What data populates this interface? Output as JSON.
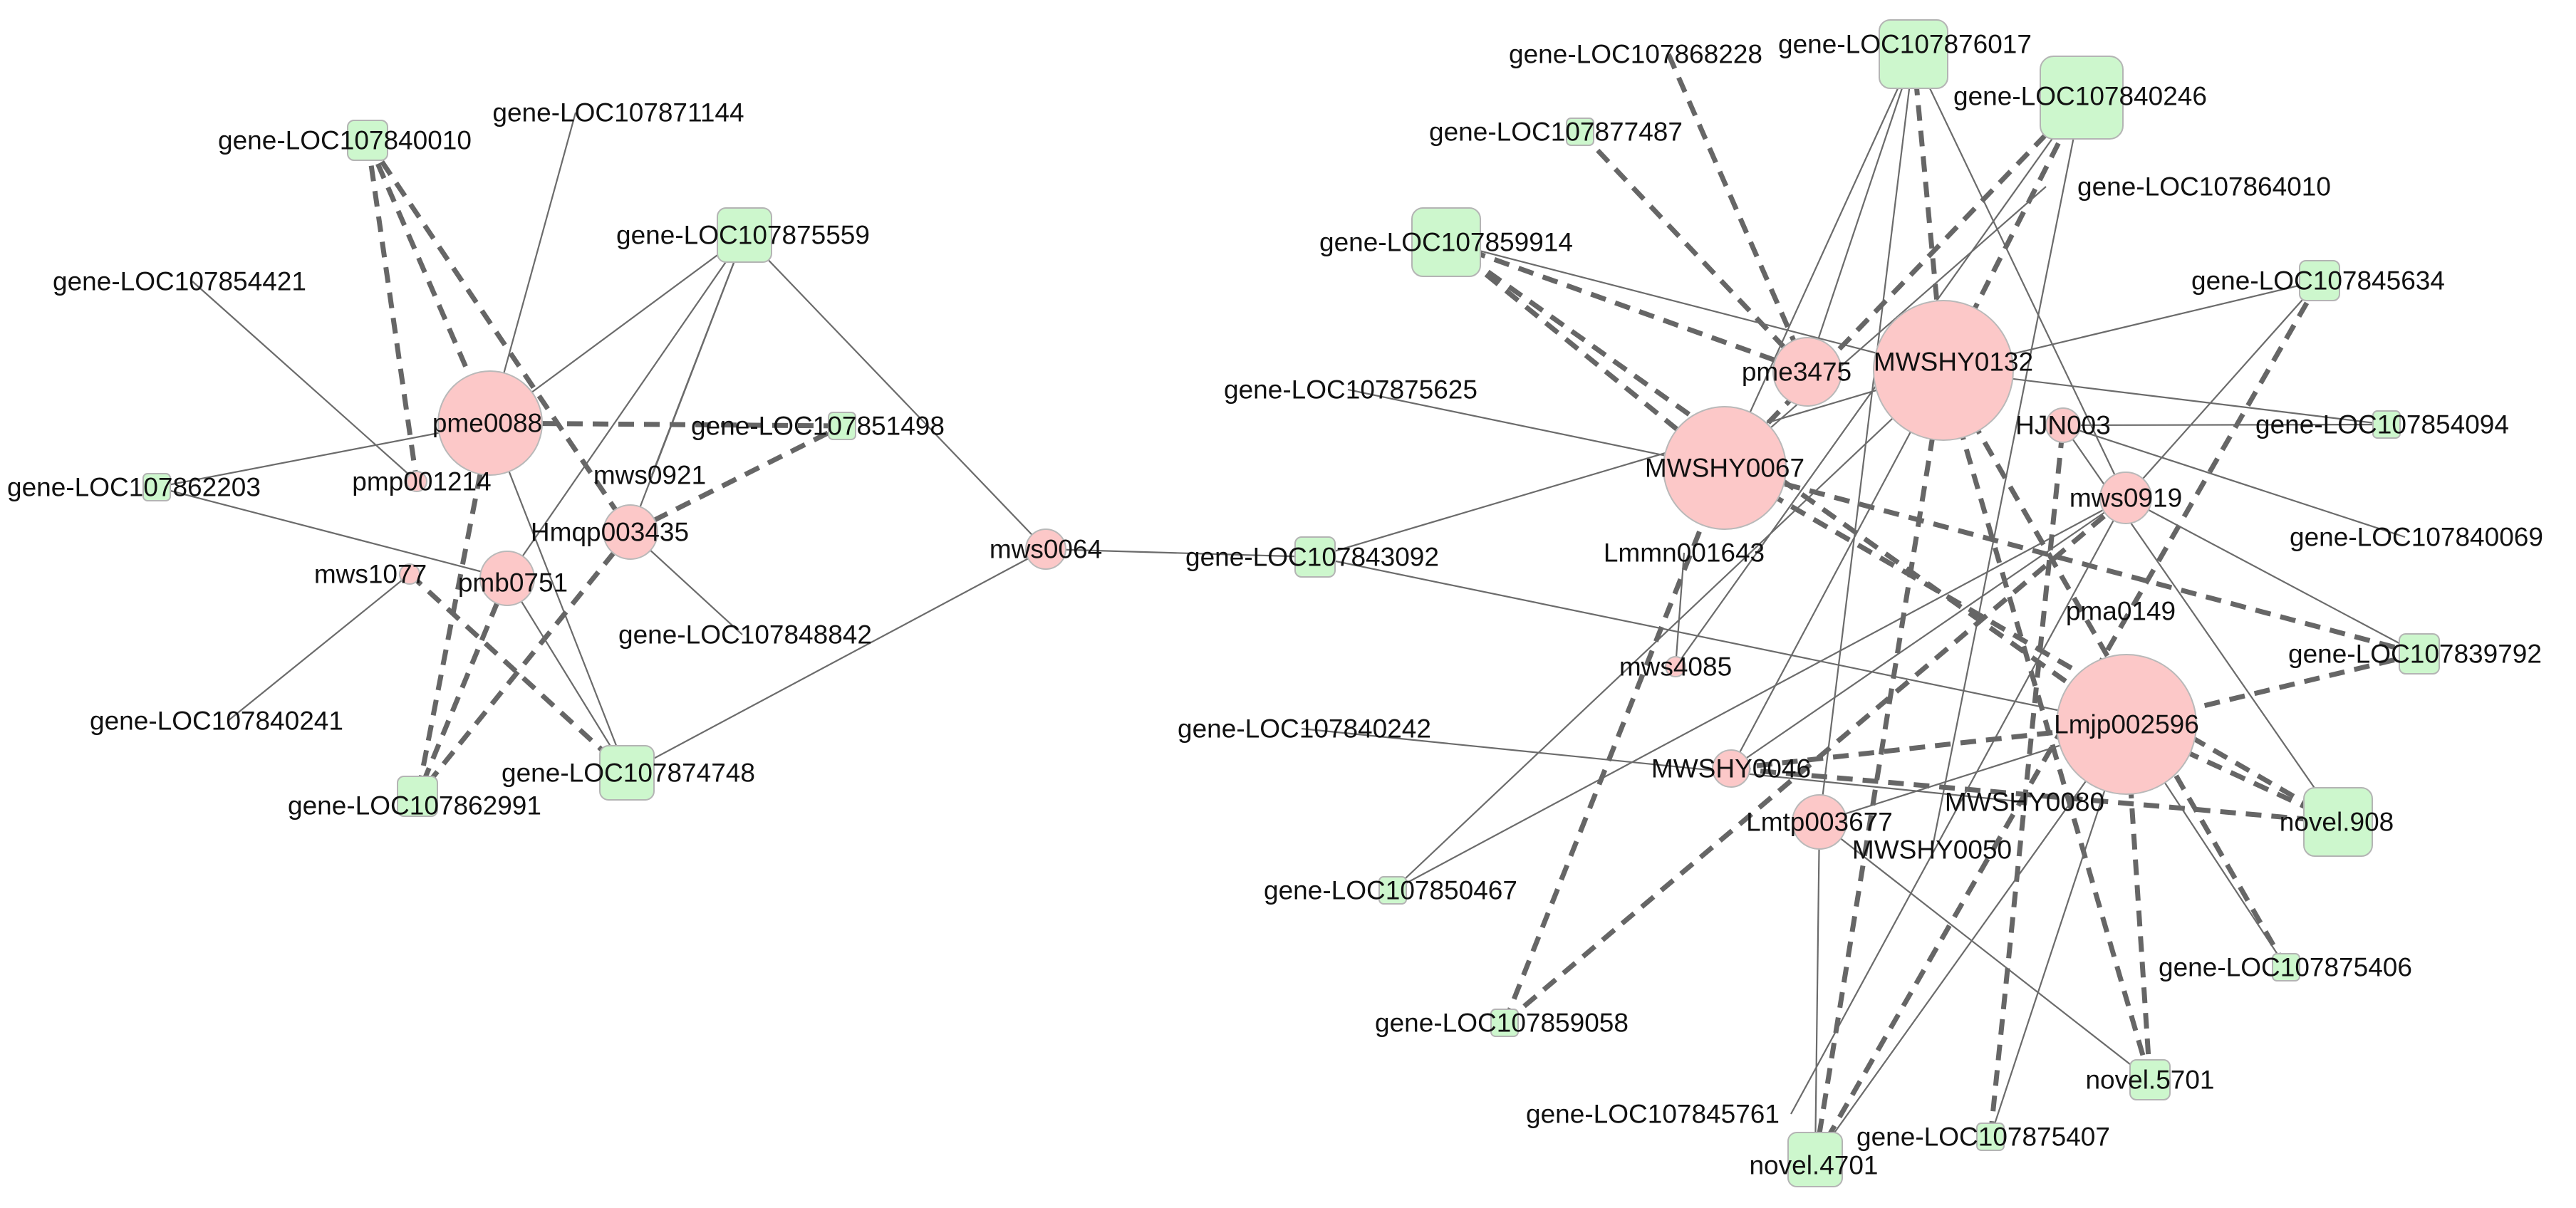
{
  "colors": {
    "mirna_fill": "#fcc8c8",
    "gene_fill": "#cdf7cd",
    "edge": "#666666"
  },
  "nodes": {
    "pme0088": {
      "type": "mirna",
      "label": "pme0088"
    },
    "pmp001214": {
      "type": "mirna",
      "label": "pmp001214"
    },
    "Hmqp003435": {
      "type": "mirna",
      "label": "Hmqp003435"
    },
    "mws0921": {
      "type": "mirna",
      "label": "mws0921"
    },
    "mws1077": {
      "type": "mirna",
      "label": "mws1077"
    },
    "pmb0751": {
      "type": "mirna",
      "label": "pmb0751"
    },
    "mws0064": {
      "type": "mirna",
      "label": "mws0064"
    },
    "pme3475": {
      "type": "mirna",
      "label": "pme3475"
    },
    "MWSHY0132": {
      "type": "mirna",
      "label": "MWSHY0132"
    },
    "MWSHY0067": {
      "type": "mirna",
      "label": "MWSHY0067"
    },
    "HJN003": {
      "type": "mirna",
      "label": "HJN003"
    },
    "mws0919": {
      "type": "mirna",
      "label": "mws0919"
    },
    "Lmmn001643": {
      "type": "mirna",
      "label": "Lmmn001643"
    },
    "pma0149": {
      "type": "mirna",
      "label": "pma0149"
    },
    "mws4085": {
      "type": "mirna",
      "label": "mws4085"
    },
    "Lmjp002596": {
      "type": "mirna",
      "label": "Lmjp002596"
    },
    "MWSHY0046": {
      "type": "mirna",
      "label": "MWSHY0046"
    },
    "Lmtp003677": {
      "type": "mirna",
      "label": "Lmtp003677"
    },
    "MWSHY0080": {
      "type": "mirna",
      "label": "MWSHY0080"
    },
    "MWSHY0050": {
      "type": "mirna",
      "label": "MWSHY0050"
    },
    "gene-LOC107840010": {
      "type": "gene",
      "label": "gene-LOC107840010"
    },
    "gene-LOC107871144": {
      "type": "gene",
      "label": "gene-LOC107871144"
    },
    "gene-LOC107875559": {
      "type": "gene",
      "label": "gene-LOC107875559"
    },
    "gene-LOC107854421": {
      "type": "gene",
      "label": "gene-LOC107854421"
    },
    "gene-LOC107851498": {
      "type": "gene",
      "label": "gene-LOC107851498"
    },
    "gene-LOC107862203": {
      "type": "gene",
      "label": "gene-LOC107862203"
    },
    "gene-LOC107848842": {
      "type": "gene",
      "label": "gene-LOC107848842"
    },
    "gene-LOC107840241": {
      "type": "gene",
      "label": "gene-LOC107840241"
    },
    "gene-LOC107874748": {
      "type": "gene",
      "label": "gene-LOC107874748"
    },
    "gene-LOC107862991": {
      "type": "gene",
      "label": "gene-LOC107862991"
    },
    "gene-LOC107868228": {
      "type": "gene",
      "label": "gene-LOC107868228"
    },
    "gene-LOC107876017": {
      "type": "gene",
      "label": "gene-LOC107876017"
    },
    "gene-LOC107840246": {
      "type": "gene",
      "label": "gene-LOC107840246"
    },
    "gene-LOC107877487": {
      "type": "gene",
      "label": "gene-LOC107877487"
    },
    "gene-LOC107864010": {
      "type": "gene",
      "label": "gene-LOC107864010"
    },
    "gene-LOC107859914": {
      "type": "gene",
      "label": "gene-LOC107859914"
    },
    "gene-LOC107845634": {
      "type": "gene",
      "label": "gene-LOC107845634"
    },
    "gene-LOC107875625": {
      "type": "gene",
      "label": "gene-LOC107875625"
    },
    "gene-LOC107854094": {
      "type": "gene",
      "label": "gene-LOC107854094"
    },
    "gene-LOC107840069": {
      "type": "gene",
      "label": "gene-LOC107840069"
    },
    "gene-LOC107843092": {
      "type": "gene",
      "label": "gene-LOC107843092"
    },
    "gene-LOC107839792": {
      "type": "gene",
      "label": "gene-LOC107839792"
    },
    "gene-LOC107840242": {
      "type": "gene",
      "label": "gene-LOC107840242"
    },
    "novel.908": {
      "type": "gene",
      "label": "novel.908"
    },
    "gene-LOC107850467": {
      "type": "gene",
      "label": "gene-LOC107850467"
    },
    "gene-LOC107875406": {
      "type": "gene",
      "label": "gene-LOC107875406"
    },
    "gene-LOC107859058": {
      "type": "gene",
      "label": "gene-LOC107859058"
    },
    "novel.5701": {
      "type": "gene",
      "label": "novel.5701"
    },
    "gene-LOC107845761": {
      "type": "gene",
      "label": "gene-LOC107845761"
    },
    "gene-LOC107875407": {
      "type": "gene",
      "label": "gene-LOC107875407"
    },
    "novel.4701": {
      "type": "gene",
      "label": "novel.4701"
    }
  },
  "edges": [
    [
      "gene-LOC107840010",
      "pme0088",
      "dashed"
    ],
    [
      "gene-LOC107840010",
      "Hmqp003435",
      "dashed"
    ],
    [
      "gene-LOC107840010",
      "pmp001214",
      "dashed"
    ],
    [
      "gene-LOC107871144",
      "pme0088",
      "solid"
    ],
    [
      "gene-LOC107854421",
      "pmp001214",
      "solid"
    ],
    [
      "gene-LOC107875559",
      "pme0088",
      "solid"
    ],
    [
      "gene-LOC107875559",
      "mws0921",
      "solid"
    ],
    [
      "gene-LOC107875559",
      "Hmqp003435",
      "solid"
    ],
    [
      "gene-LOC107875559",
      "pmb0751",
      "solid"
    ],
    [
      "gene-LOC107875559",
      "mws0064",
      "solid"
    ],
    [
      "pme0088",
      "gene-LOC107851498",
      "dashed"
    ],
    [
      "Hmqp003435",
      "gene-LOC107851498",
      "dashed"
    ],
    [
      "gene-LOC107862203",
      "pme0088",
      "solid"
    ],
    [
      "gene-LOC107862203",
      "pmb0751",
      "solid"
    ],
    [
      "pme0088",
      "gene-LOC107874748",
      "solid"
    ],
    [
      "pme0088",
      "gene-LOC107862991",
      "dashed"
    ],
    [
      "Hmqp003435",
      "gene-LOC107848842",
      "solid"
    ],
    [
      "Hmqp003435",
      "gene-LOC107862991",
      "dashed"
    ],
    [
      "pmb0751",
      "gene-LOC107862991",
      "dashed"
    ],
    [
      "mws1077",
      "gene-LOC107840241",
      "solid"
    ],
    [
      "mws1077",
      "gene-LOC107874748",
      "dashed"
    ],
    [
      "pmb0751",
      "gene-LOC107874748",
      "solid"
    ],
    [
      "mws0064",
      "gene-LOC107874748",
      "solid"
    ],
    [
      "mws0064",
      "gene-LOC107843092",
      "solid"
    ],
    [
      "gene-LOC107868228",
      "pme3475",
      "dashed"
    ],
    [
      "gene-LOC107877487",
      "pme3475",
      "dashed"
    ],
    [
      "gene-LOC107859914",
      "pme3475",
      "dashed"
    ],
    [
      "gene-LOC107859914",
      "MWSHY0067",
      "dashed"
    ],
    [
      "gene-LOC107859914",
      "MWSHY0132",
      "solid"
    ],
    [
      "gene-LOC107859914",
      "Lmjp002596",
      "dashed"
    ],
    [
      "gene-LOC107876017",
      "pme3475",
      "solid"
    ],
    [
      "gene-LOC107876017",
      "MWSHY0132",
      "dashed"
    ],
    [
      "gene-LOC107876017",
      "MWSHY0067",
      "solid"
    ],
    [
      "gene-LOC107876017",
      "mws0919",
      "solid"
    ],
    [
      "gene-LOC107876017",
      "Lmtp003677",
      "solid"
    ],
    [
      "gene-LOC107840246",
      "MWSHY0132",
      "dashed"
    ],
    [
      "gene-LOC107840246",
      "MWSHY0067",
      "dashed"
    ],
    [
      "gene-LOC107840246",
      "mws4085",
      "solid"
    ],
    [
      "gene-LOC107840246",
      "MWSHY0050",
      "solid"
    ],
    [
      "gene-LOC107864010",
      "MWSHY0067",
      "solid"
    ],
    [
      "gene-LOC107845634",
      "MWSHY0132",
      "solid"
    ],
    [
      "gene-LOC107845634",
      "mws0919",
      "solid"
    ],
    [
      "gene-LOC107845634",
      "novel.4701",
      "dashed"
    ],
    [
      "gene-LOC107875625",
      "MWSHY0067",
      "solid"
    ],
    [
      "gene-LOC107854094",
      "MWSHY0132",
      "solid"
    ],
    [
      "gene-LOC107854094",
      "HJN003",
      "solid"
    ],
    [
      "gene-LOC107840069",
      "HJN003",
      "solid"
    ],
    [
      "gene-LOC107843092",
      "MWSHY0132",
      "solid"
    ],
    [
      "gene-LOC107843092",
      "Lmjp002596",
      "solid"
    ],
    [
      "gene-LOC107839792",
      "mws0919",
      "solid"
    ],
    [
      "gene-LOC107839792",
      "Lmjp002596",
      "dashed"
    ],
    [
      "gene-LOC107839792",
      "MWSHY0067",
      "dashed"
    ],
    [
      "gene-LOC107840242",
      "MWSHY0080",
      "solid"
    ],
    [
      "novel.908",
      "Lmjp002596",
      "dashed"
    ],
    [
      "novel.908",
      "MWSHY0046",
      "dashed"
    ],
    [
      "novel.908",
      "HJN003",
      "solid"
    ],
    [
      "novel.908",
      "MWSHY0067",
      "dashed"
    ],
    [
      "gene-LOC107850467",
      "MWSHY0132",
      "solid"
    ],
    [
      "gene-LOC107850467",
      "mws0919",
      "solid"
    ],
    [
      "gene-LOC107875406",
      "Lmjp002596",
      "solid"
    ],
    [
      "gene-LOC107875406",
      "MWSHY0132",
      "dashed"
    ],
    [
      "gene-LOC107859058",
      "MWSHY0067",
      "dashed"
    ],
    [
      "gene-LOC107859058",
      "mws0919",
      "dashed"
    ],
    [
      "novel.5701",
      "Lmjp002596",
      "dashed"
    ],
    [
      "novel.5701",
      "Lmtp003677",
      "solid"
    ],
    [
      "novel.5701",
      "MWSHY0132",
      "dashed"
    ],
    [
      "gene-LOC107845761",
      "mws0919",
      "solid"
    ],
    [
      "gene-LOC107875407",
      "Lmjp002596",
      "solid"
    ],
    [
      "gene-LOC107875407",
      "HJN003",
      "dashed"
    ],
    [
      "novel.4701",
      "Lmtp003677",
      "solid"
    ],
    [
      "novel.4701",
      "MWSHY0132",
      "dashed"
    ],
    [
      "novel.4701",
      "Lmjp002596",
      "solid"
    ],
    [
      "Lmmn001643",
      "mws4085",
      "solid"
    ],
    [
      "MWSHY0046",
      "Lmjp002596",
      "dashed"
    ],
    [
      "MWSHY0046",
      "mws0919",
      "solid"
    ],
    [
      "MWSHY0046",
      "MWSHY0132",
      "solid"
    ],
    [
      "Lmtp003677",
      "Lmjp002596",
      "solid"
    ]
  ]
}
